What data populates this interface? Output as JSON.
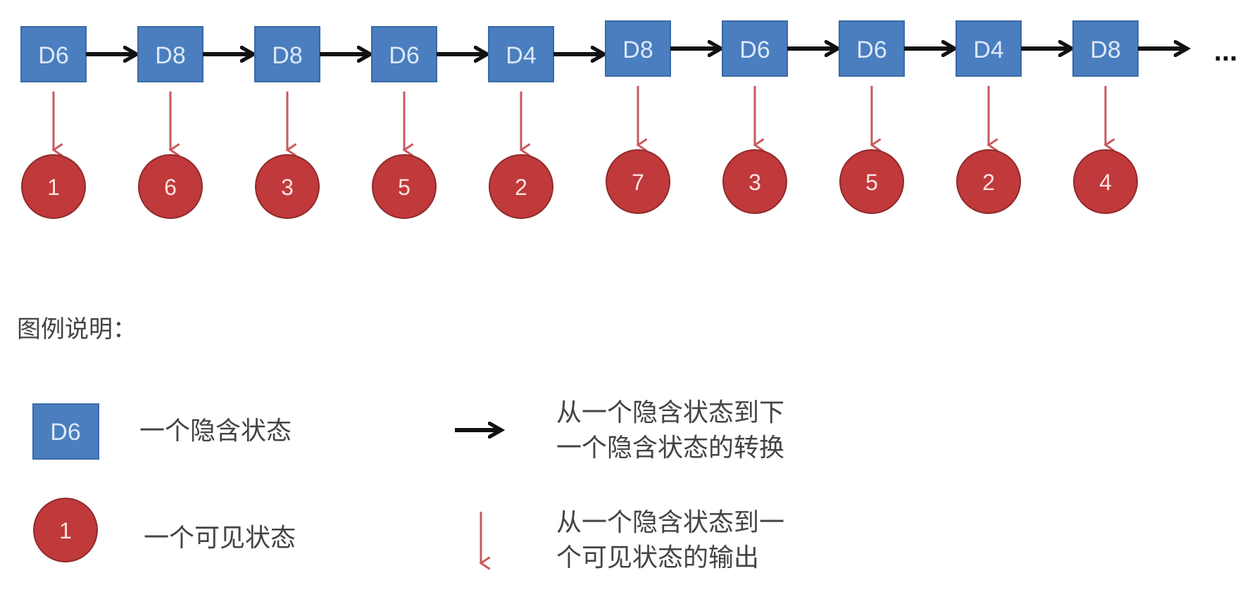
{
  "diagram": {
    "hidden_states": [
      "D6",
      "D8",
      "D8",
      "D6",
      "D4",
      "D8",
      "D6",
      "D6",
      "D4",
      "D8"
    ],
    "observations": [
      "1",
      "6",
      "3",
      "5",
      "2",
      "7",
      "3",
      "5",
      "2",
      "4"
    ],
    "continuation": "...",
    "colors": {
      "hidden_fill": "#4a7ebf",
      "hidden_border": "#3a6aa6",
      "observed_fill": "#c0393b",
      "observed_border": "#8f2a2c",
      "transition_arrow": "#111111",
      "emission_arrow": "#c9595c"
    }
  },
  "legend": {
    "title": "图例说明：",
    "hidden_sample": "D6",
    "hidden_desc": "一个隐含状态",
    "observed_sample": "1",
    "observed_desc": "一个可见状态",
    "transition_desc_line1": "从一个隐含状态到下",
    "transition_desc_line2": "一个隐含状态的转换",
    "emission_desc_line1": "从一个隐含状态到一",
    "emission_desc_line2": "个可见状态的输出"
  }
}
